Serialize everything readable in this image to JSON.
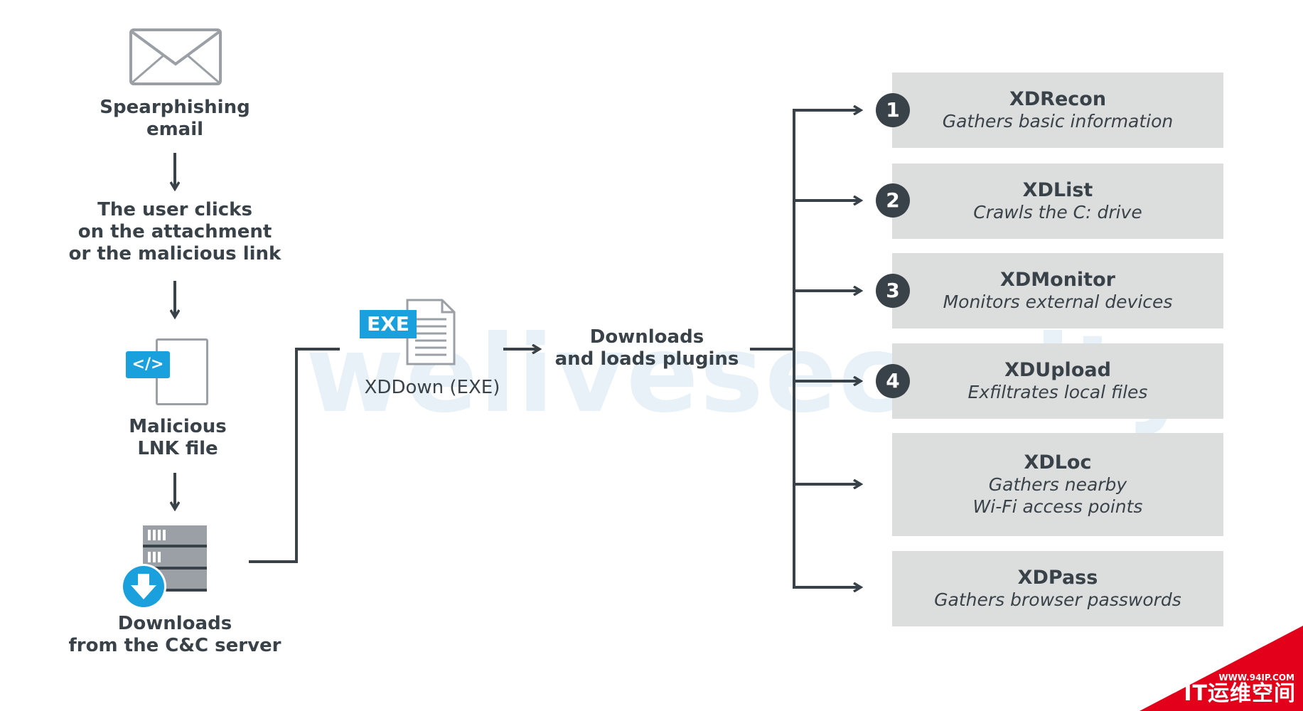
{
  "watermark": "welivesecurity",
  "left_steps": [
    {
      "lines": [
        "Spearphishing",
        "email"
      ]
    },
    {
      "lines": [
        "The user clicks",
        "on the attachment",
        "or the malicious link"
      ]
    },
    {
      "lines": [
        "Malicious",
        "LNK file"
      ]
    },
    {
      "lines": [
        "Downloads",
        "from the C&C server"
      ]
    }
  ],
  "code_badge": "</>",
  "exe": {
    "badge": "EXE",
    "label": "XDDown (EXE)"
  },
  "middle": {
    "lines": [
      "Downloads",
      "and loads plugins"
    ]
  },
  "plugins": [
    {
      "number": "1",
      "name": "XDRecon",
      "desc": [
        "Gathers basic information"
      ]
    },
    {
      "number": "2",
      "name": "XDList",
      "desc": [
        "Crawls the C: drive"
      ]
    },
    {
      "number": "3",
      "name": "XDMonitor",
      "desc": [
        "Monitors external devices"
      ]
    },
    {
      "number": "4",
      "name": "XDUpload",
      "desc": [
        "Exfiltrates local files"
      ]
    },
    {
      "number": "",
      "name": "XDLoc",
      "desc": [
        "Gathers nearby",
        "Wi-Fi access points"
      ]
    },
    {
      "number": "",
      "name": "XDPass",
      "desc": [
        "Gathers browser passwords"
      ]
    }
  ],
  "corner": {
    "url": "WWW.94IP.COM",
    "brand": "IT运维空间"
  },
  "colors": {
    "dark": "#3a4249",
    "blue": "#1aa0dc",
    "box": "#dcdedd",
    "icon_gray": "#9aa0a5",
    "corner": "#e3001b"
  }
}
